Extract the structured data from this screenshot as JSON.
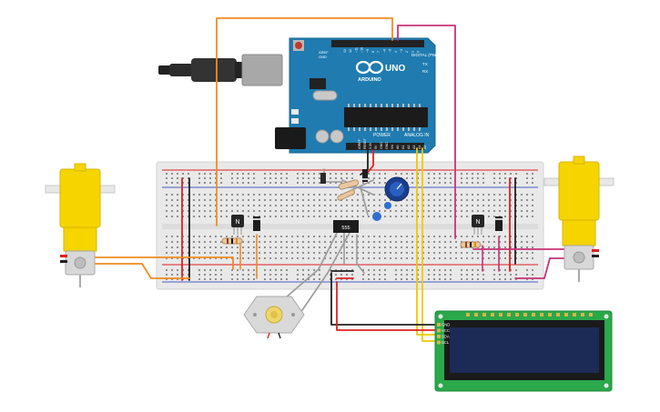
{
  "arduino": {
    "brand": "ARDUINO",
    "model": "UNO",
    "digital_label": "DIGITAL (PWM~)",
    "power_label": "POWER",
    "analog_label": "ANALOG IN",
    "aref_label": "AREF",
    "gnd_label": "GND",
    "tx_label": "TX",
    "rx_label": "RX",
    "digital_pins": [
      "13",
      "12",
      "~11",
      "~10",
      "~9",
      "8",
      "7",
      "~6",
      "~5",
      "4",
      "~3",
      "2",
      "1",
      "0"
    ],
    "power_pins": [
      "IOREF",
      "RESET",
      "3.3V",
      "5V",
      "GND",
      "GND",
      "Vin"
    ],
    "analog_pins": [
      "A0",
      "A1",
      "A2",
      "A3",
      "A4",
      "A5"
    ]
  },
  "timer_chip": {
    "label": "555"
  },
  "transistor_left": {
    "label": "N"
  },
  "transistor_right": {
    "label": "N"
  },
  "lcd": {
    "pin_labels": [
      "GND",
      "VCC",
      "SDA",
      "SCL"
    ]
  },
  "colors": {
    "wire_orange": "#f08c1e",
    "wire_magenta": "#c83278",
    "wire_red": "#e0201e",
    "wire_black": "#202020",
    "wire_yellow": "#f0c800",
    "wire_gray": "#9a9a9a",
    "arduino_pcb": "#1f7bb0",
    "lcd_pcb": "#2aa84a",
    "lcd_screen": "#1c2b55",
    "motor_yellow": "#f6d400",
    "breadboard": "#e9e9e9"
  }
}
